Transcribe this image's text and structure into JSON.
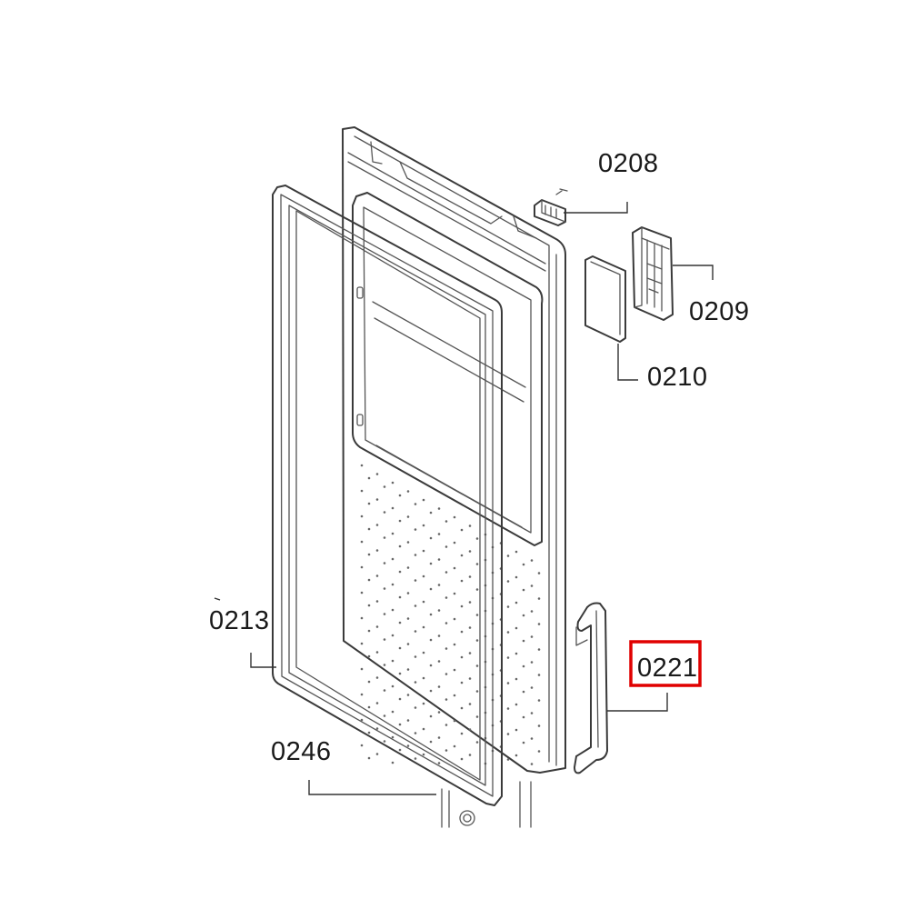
{
  "callouts": [
    {
      "id": "p0208",
      "text": "0208"
    },
    {
      "id": "p0209",
      "text": "0209"
    },
    {
      "id": "p0210",
      "text": "0210"
    },
    {
      "id": "p0213",
      "text": "0213"
    },
    {
      "id": "p0221",
      "text": "0221",
      "highlighted": true
    },
    {
      "id": "p0246",
      "text": "0246"
    }
  ],
  "highlight_color": "#e00000",
  "line_color": "#333333"
}
